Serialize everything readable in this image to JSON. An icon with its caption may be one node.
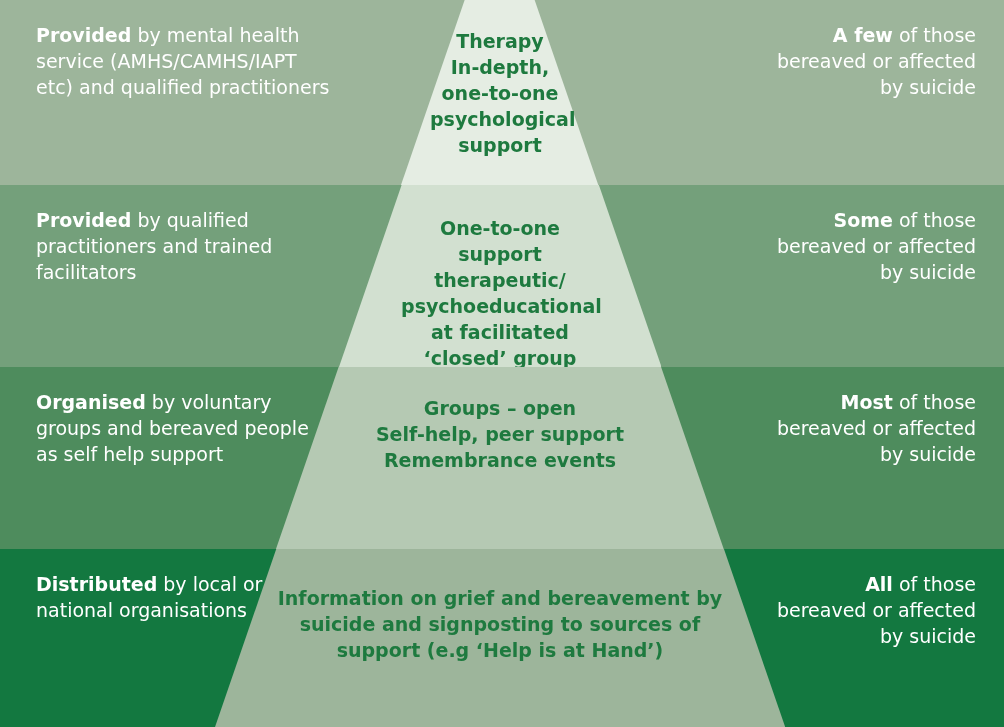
{
  "diagram": {
    "nodes": [
      {
        "text": [
          "**Provided** by mental health service (AMHS/CAMHS/IAPT etc) and qualified practitioners",
          "**A few** of those bereaved or affected by suicide"
        ]
      },
      {
        "text": [
          "Therapy",
          "In-depth, one-to-one psychological support"
        ],
        "in": 0
      },
      {
        "text": [
          "**Provided** by qualified practitioners and trained facilitators",
          "**Some** of those bereaved or affected by suicide"
        ]
      },
      {
        "text": [
          "One-to-one support",
          "therapeutic/ psychoeducational at facilitated ‘closed’ group"
        ],
        "in": 2
      },
      {
        "text": [
          "**Organised** by voluntary groups and bereaved people as self help support",
          "**Most** of those bereaved or affected by suicide"
        ]
      },
      {
        "text": [
          "Groups – open",
          "Self-help, peer support Remembrance events"
        ],
        "in": 4
      },
      {
        "text": [
          "**Distributed** by local or national organisations",
          "**All** of those bereaved or affected by suicide"
        ]
      },
      {
        "text": [
          "Information on grief and bereavement by suicide and signposting to sources of support (e.g ‘Help is at Hand’)"
        ],
        "in": 6
      }
    ],
    "edges": []
  }
}
